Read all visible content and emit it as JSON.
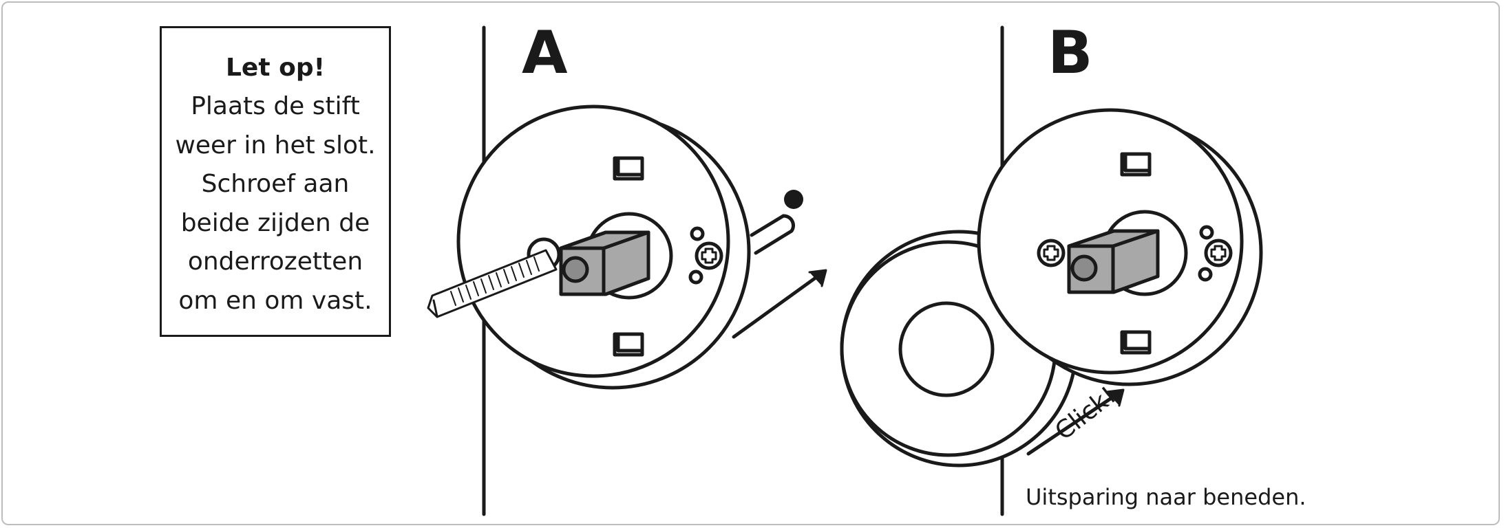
{
  "notice": {
    "title": "Let op!",
    "lines": [
      "Plaats de stift",
      "weer in het slot.",
      "Schroef aan",
      "beide zijden de",
      "onderrozetten",
      "om en om vast."
    ]
  },
  "panels": {
    "a_label": "A",
    "b_label": "B"
  },
  "click_text": "Click!",
  "caption": "Uitsparing naar beneden.",
  "colors": {
    "ink": "#1a1a1a",
    "spindle_fill": "#a8a8a8",
    "spindle_hole": "#8c8c8c",
    "frame": "#bdbdbd"
  },
  "icons": [
    "screw-icon",
    "spindle-icon",
    "rosette-icon",
    "arrow-icon",
    "phillips-screw-icon"
  ]
}
